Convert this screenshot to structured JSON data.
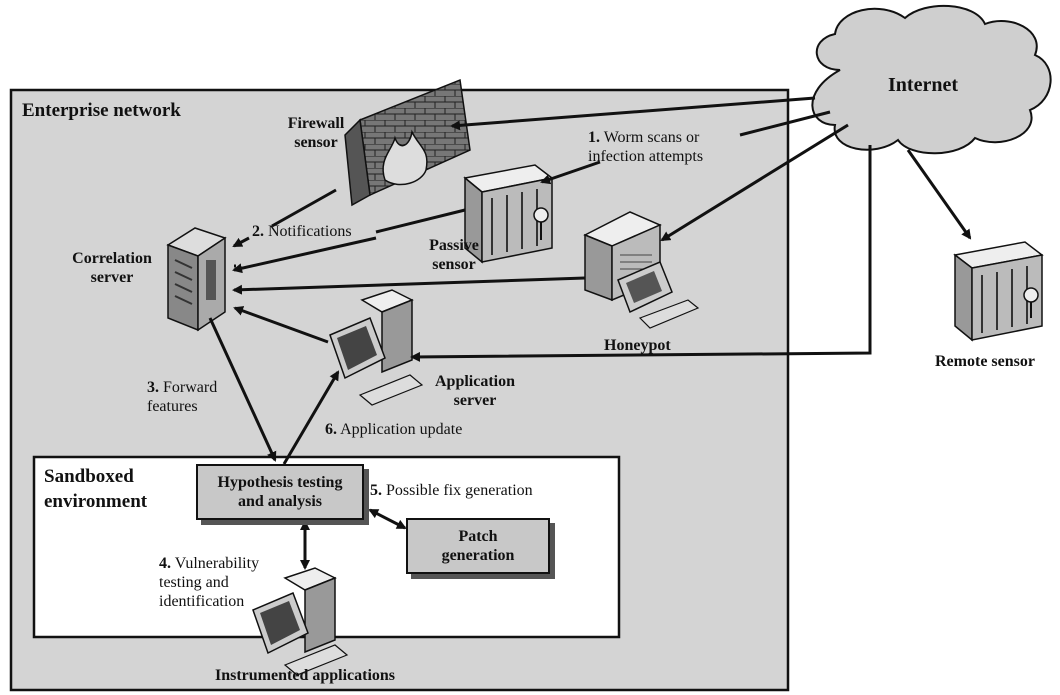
{
  "enterprise_network": {
    "title": "Enterprise network"
  },
  "internet": {
    "label": "Internet"
  },
  "sandbox": {
    "title_line1": "Sandboxed",
    "title_line2": "environment"
  },
  "nodes": {
    "firewall": {
      "line1": "Firewall",
      "line2": "sensor"
    },
    "passive": {
      "line1": "Passive",
      "line2": "sensor"
    },
    "correlation": {
      "line1": "Correlation",
      "line2": "server"
    },
    "honeypot": {
      "label": "Honeypot"
    },
    "application": {
      "line1": "Application",
      "line2": "server"
    },
    "remote": {
      "label": "Remote sensor"
    },
    "instrumented": {
      "label": "Instrumented applications"
    },
    "hypothesis": {
      "line1": "Hypothesis testing",
      "line2": "and analysis"
    },
    "patch": {
      "line1": "Patch",
      "line2": "generation"
    }
  },
  "steps": [
    {
      "num": "1.",
      "line1": "Worm scans or",
      "line2": "infection attempts"
    },
    {
      "num": "2.",
      "text": "Notifications"
    },
    {
      "num": "3.",
      "line1": "Forward",
      "line2": "features"
    },
    {
      "num": "4.",
      "line1": "Vulnerability",
      "line2": "testing and",
      "line3": "identification"
    },
    {
      "num": "5.",
      "text": "Possible fix generation"
    },
    {
      "num": "6.",
      "text": "Application update"
    }
  ],
  "colors": {
    "enterprise_bg": "#d4d4d4",
    "box_bg": "#c8c8c8",
    "line": "#111111"
  }
}
